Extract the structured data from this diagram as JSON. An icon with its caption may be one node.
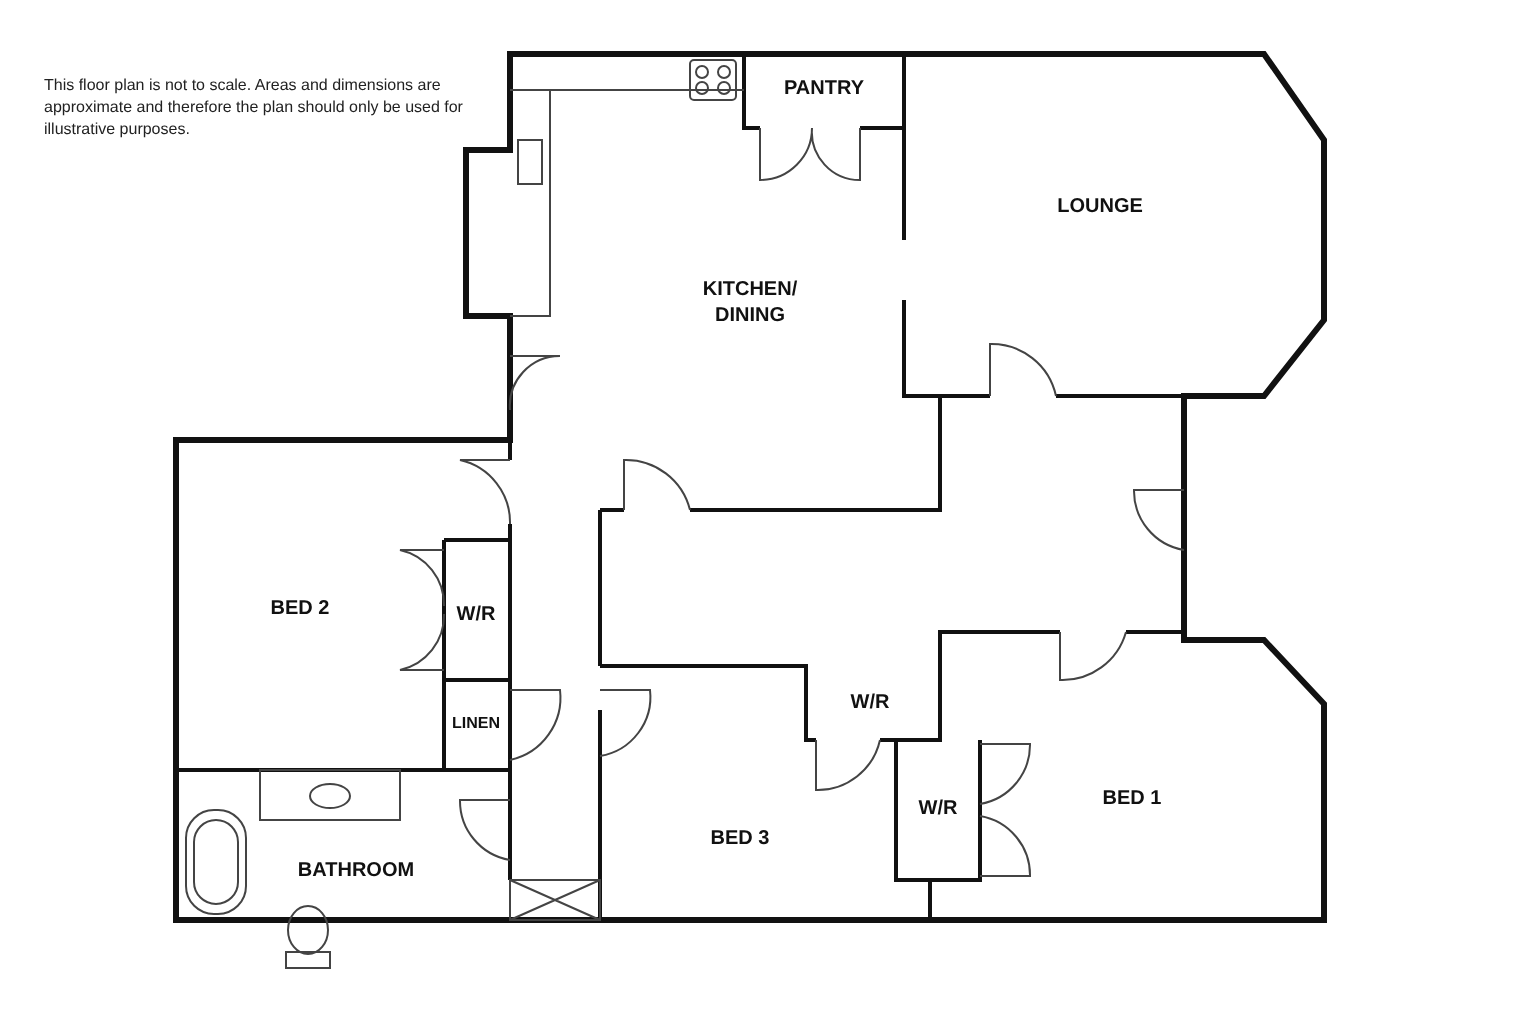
{
  "diagram": {
    "nodes": [
      {
        "text": [
          "PANTRY"
        ]
      },
      {
        "text": [
          "LOUNGE"
        ]
      },
      {
        "text": [
          "KITCHEN/ DINING"
        ]
      },
      {
        "text": [
          "BED 2"
        ]
      },
      {
        "text": [
          "W/R"
        ]
      },
      {
        "text": [
          "LINEN"
        ]
      },
      {
        "text": [
          "BATHROOM"
        ]
      },
      {
        "text": [
          "BED 3"
        ]
      },
      {
        "text": [
          "W/R"
        ]
      },
      {
        "text": [
          "W/R"
        ]
      },
      {
        "text": [
          "BED 1"
        ]
      }
    ],
    "labels": [
      "This floor plan is not to scale. Areas and dimensions are approximate and therefore the plan should only be used for illustrative purposes."
    ]
  }
}
